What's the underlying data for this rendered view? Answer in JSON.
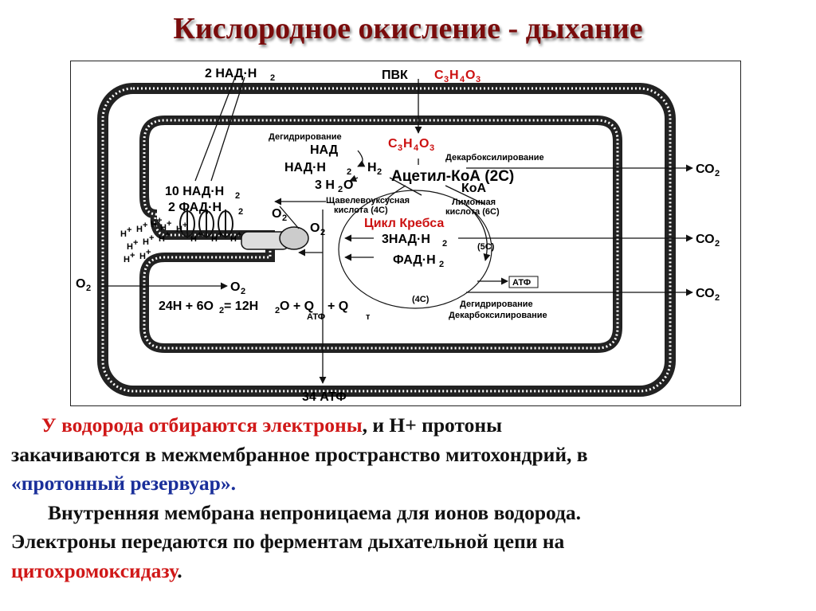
{
  "title": "Кислородное окисление - дыхание",
  "colors": {
    "title": "#7a0c0c",
    "red": "#d01818",
    "blue": "#1a2f9a",
    "membrane": "#222222"
  },
  "diagram": {
    "nad_top": "2 НАД·Н",
    "sub2": "2",
    "pvk": "ПВК",
    "pvk_formula": "С3Н4О3",
    "f_c": "С",
    "f_3": "3",
    "f_h": "Н",
    "f_4": "4",
    "f_o": "О",
    "dehydro_top": "Дегидрирование",
    "nad": "НАД",
    "nadh2": "НАД·Н",
    "h2": "Н",
    "decarbox_top": "Декарбоксилирование",
    "acetyl": "Ацетил-КоА (2С)",
    "h2o_3": "3 Н",
    "o_label": "О",
    "coa": "КоА",
    "nad10": "10 НАД·Н",
    "fad2": "2 ФАД·Н",
    "oxaloacetic": "Щавелевоуксусная",
    "oxaloacetic2": "кислота (4С)",
    "citric": "Лимонная",
    "citric2": "кислота (6С)",
    "krebs": "Цикл Кребса",
    "o2_a": "О",
    "o2_b": "О",
    "nadh3": "3НАД·Н",
    "fadh2": "ФАД·Н",
    "c5": "(5С)",
    "c4": "(4С)",
    "atf_box": "АТФ",
    "o2_left": "О",
    "o2_mid": "О",
    "equation": "24Н + 6О",
    "equation_2": " = 12Н",
    "equation_3": "О + Q",
    "equation_4": " + Q",
    "q_atf": "АТФ",
    "q_t": "т",
    "dehydro_bottom": "Дегидрирование",
    "decarbox_bottom": "Декарбоксилирование",
    "co2": "СО",
    "atf34": "34 АТФ",
    "hplus": "Н",
    "plus": "+"
  },
  "text": {
    "p1_a": "У водорода отбираются электроны",
    "p1_b": ",  и Н+ протоны",
    "p1_c": "закачиваются в межмембранное пространство митохондрий, в",
    "p1_d": "«протонный резервуар».",
    "p2_a": "Внутренняя мембрана непроницаема для ионов водорода.",
    "p2_b": "Электроны передаются по ферментам дыхательной цепи на",
    "p2_c": "цитохромоксидазу",
    "p2_d": "."
  }
}
